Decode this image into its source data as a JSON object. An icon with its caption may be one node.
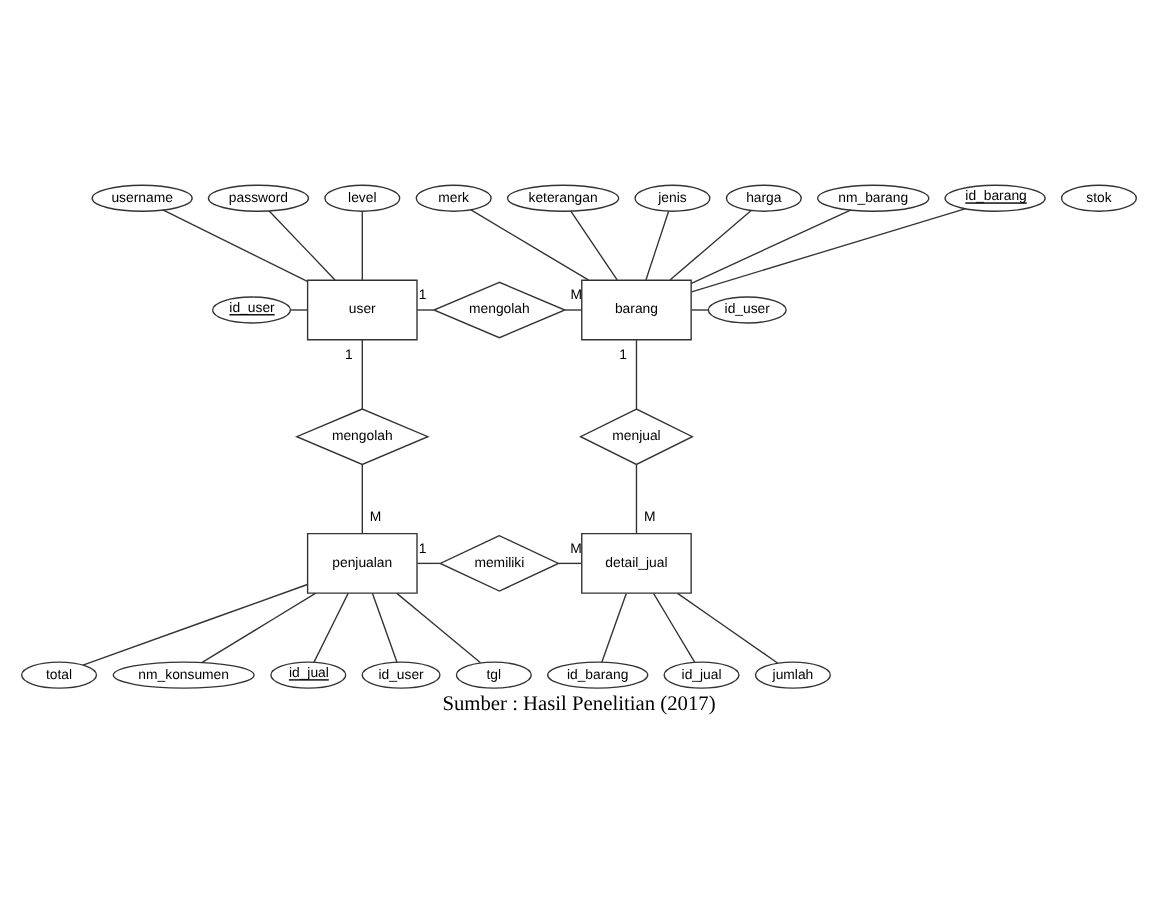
{
  "diagram": {
    "caption": "Sumber : Hasil Penelitian (2017)",
    "nodes": [
      {
        "text": [
          "username"
        ]
      },
      {
        "text": [
          "password"
        ]
      },
      {
        "text": [
          "id_user"
        ]
      },
      {
        "text": [
          "level"
        ]
      },
      {
        "text": [
          "user"
        ]
      },
      {
        "text": [
          "mengolah"
        ]
      },
      {
        "text": [
          "merk"
        ]
      },
      {
        "text": [
          "keterangan"
        ]
      },
      {
        "text": [
          "jenis"
        ]
      },
      {
        "text": [
          "harga"
        ]
      },
      {
        "text": [
          "nm_barang"
        ]
      },
      {
        "text": [
          "stok"
        ]
      },
      {
        "text": [
          "id_barang"
        ]
      },
      {
        "text": [
          "id_user"
        ]
      },
      {
        "text": [
          "barang"
        ]
      },
      {
        "text": [
          "mengolah"
        ]
      },
      {
        "text": [
          "menjual"
        ]
      },
      {
        "text": [
          "penjualan"
        ]
      },
      {
        "text": [
          "memiliki"
        ]
      },
      {
        "text": [
          "detail_jual"
        ]
      },
      {
        "text": [
          "id_jual"
        ]
      },
      {
        "text": [
          "id_user"
        ]
      },
      {
        "text": [
          "tgl"
        ]
      },
      {
        "text": [
          "total"
        ]
      },
      {
        "text": [
          "nm_konsumen"
        ]
      },
      {
        "text": [
          "id_jual"
        ]
      },
      {
        "text": [
          "jumlah"
        ]
      },
      {
        "text": [
          "id_barang"
        ]
      }
    ],
    "edges": [
      {
        "from": 0,
        "to": 4,
        "arrow": "none"
      },
      {
        "from": 1,
        "to": 4,
        "arrow": "none"
      },
      {
        "from": 2,
        "to": 4,
        "arrow": "none"
      },
      {
        "from": 3,
        "to": 4,
        "arrow": "none"
      },
      {
        "from": 6,
        "to": 14,
        "arrow": "none"
      },
      {
        "from": 7,
        "to": 14,
        "arrow": "none"
      },
      {
        "from": 8,
        "to": 14,
        "arrow": "none"
      },
      {
        "from": 9,
        "to": 14,
        "arrow": "none"
      },
      {
        "from": 10,
        "to": 14,
        "arrow": "none"
      },
      {
        "from": 12,
        "to": 14,
        "arrow": "none"
      },
      {
        "from": 14,
        "to": 13,
        "arrow": "none"
      },
      {
        "from": 4,
        "to": 5,
        "label": "1",
        "arrow": "none"
      },
      {
        "from": 5,
        "to": 14,
        "label": "M",
        "arrow": "none"
      },
      {
        "from": 4,
        "to": 15,
        "label": "1",
        "arrow": "none"
      },
      {
        "from": 15,
        "to": 17,
        "label": "M",
        "arrow": "none"
      },
      {
        "from": 14,
        "to": 16,
        "label": "1",
        "arrow": "none"
      },
      {
        "from": 16,
        "to": 19,
        "label": "M",
        "arrow": "none"
      },
      {
        "from": 17,
        "to": 18,
        "label": "1",
        "arrow": "none"
      },
      {
        "from": 18,
        "to": 19,
        "label": "M",
        "arrow": "none"
      },
      {
        "from": 17,
        "to": 20,
        "arrow": "none"
      },
      {
        "from": 17,
        "to": 21,
        "arrow": "none"
      },
      {
        "from": 17,
        "to": 22,
        "arrow": "none"
      },
      {
        "from": 17,
        "to": 23,
        "arrow": "none"
      },
      {
        "from": 17,
        "to": 24,
        "arrow": "none"
      },
      {
        "from": 19,
        "to": 25,
        "arrow": "none"
      },
      {
        "from": 19,
        "to": 26,
        "arrow": "none"
      },
      {
        "from": 19,
        "to": 27,
        "arrow": "none"
      }
    ]
  }
}
